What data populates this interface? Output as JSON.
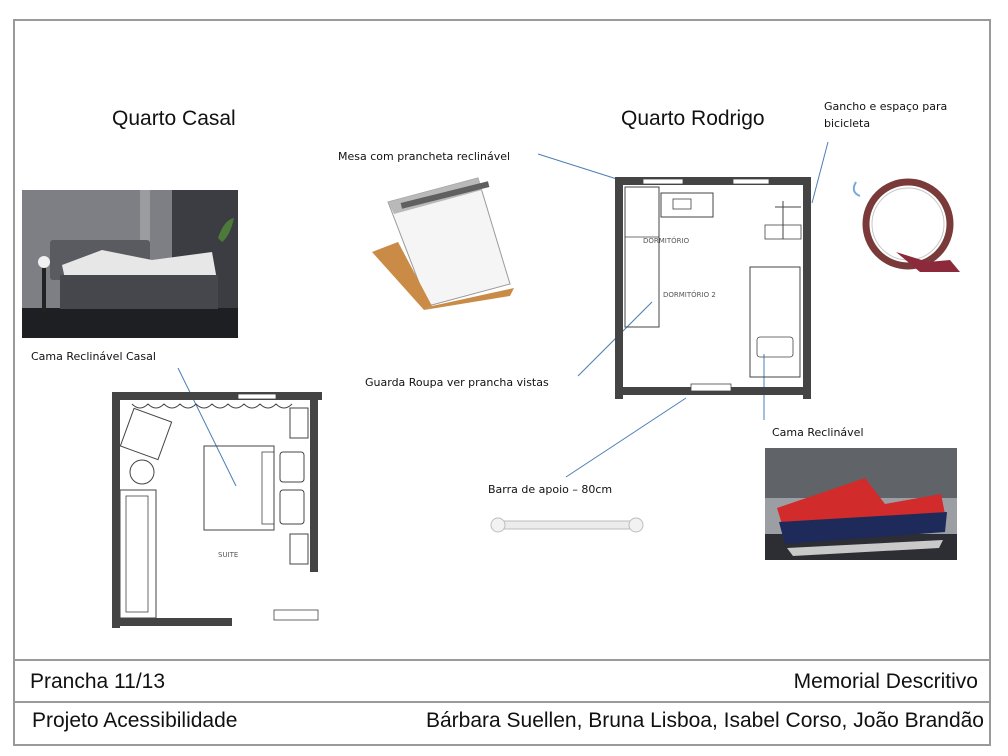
{
  "titles": {
    "quarto_casal": "Quarto Casal",
    "quarto_rodrigo": "Quarto Rodrigo"
  },
  "captions": {
    "gancho": "Gancho e espaço para bicicleta",
    "mesa": "Mesa com prancheta reclinável",
    "cama_casal": "Cama Reclinável Casal",
    "guarda_roupa": "Guarda Roupa ver prancha vistas",
    "cama_reclinavel": "Cama Reclinável",
    "barra": "Barra de apoio – 80cm"
  },
  "plans": {
    "rodrigo_room_label_1": "DORMITÓRIO",
    "rodrigo_room_label_2": "DORMITÓRIO 2",
    "casal_room_label": "SUITE"
  },
  "footer": {
    "sheet": "Prancha 11/13",
    "document": "Memorial Descritivo",
    "project": "Projeto Acessibilidade",
    "authors": "Bárbara Suellen, Bruna Lisboa, Isabel Corso, João Brandão"
  },
  "colors": {
    "border": "#9a9a9a",
    "wall": "#444444",
    "leader": "#4a7fb5",
    "bed_red": "#d22b2b"
  }
}
